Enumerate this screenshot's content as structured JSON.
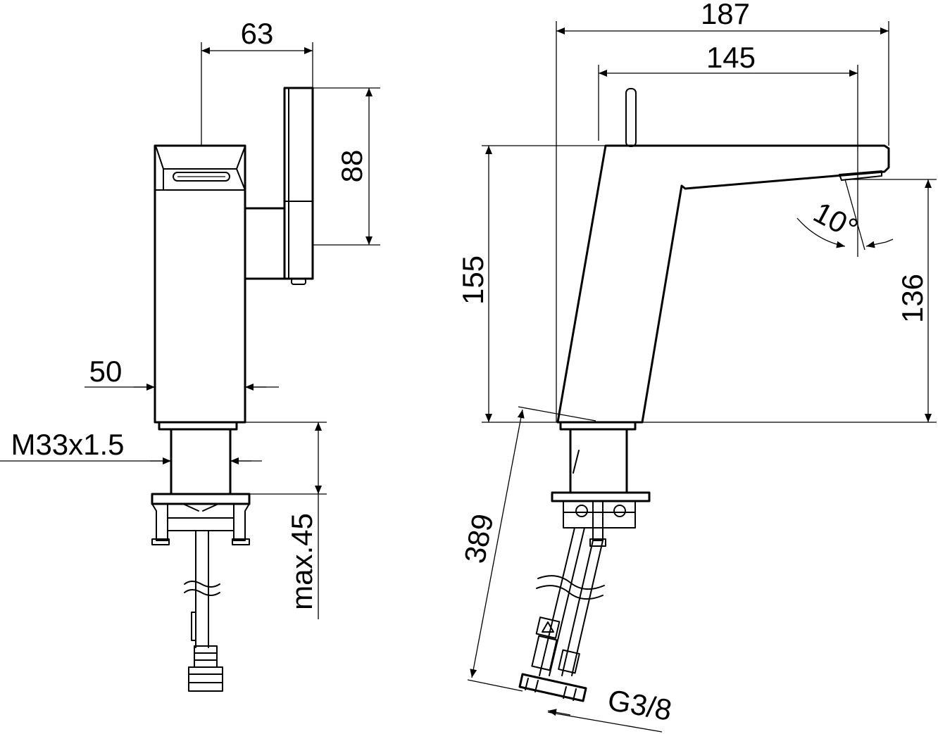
{
  "dimensions": {
    "side_depth": "63",
    "handle_height": "88",
    "body_width": "50",
    "thread": "M33x1.5",
    "max_thickness": "max.45",
    "total_length": "187",
    "spout_reach": "145",
    "total_height": "155",
    "outlet_height": "136",
    "spout_angle": "10°",
    "hose_length": "389",
    "connection": "G3/8"
  }
}
